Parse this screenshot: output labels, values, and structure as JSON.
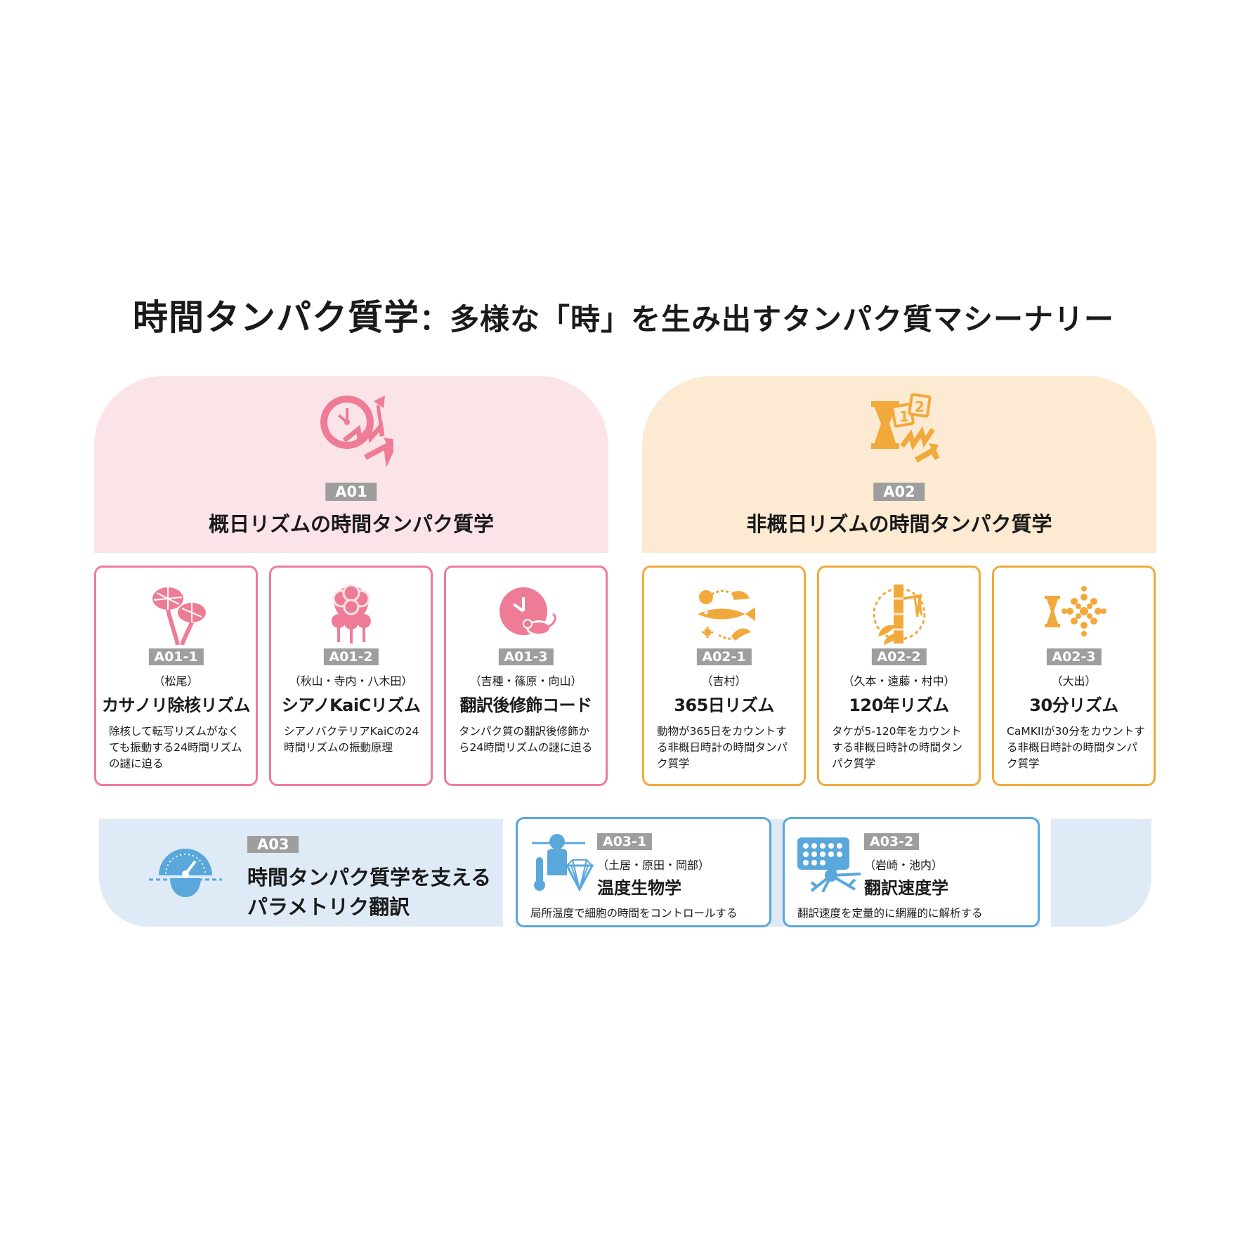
{
  "title": {
    "main": "時間タンパク質学",
    "separator": "：",
    "sub": "多様な「時」を生み出すタンパク質マシーナリー"
  },
  "colors": {
    "pink": "#ee7c97",
    "orange": "#f2a93b",
    "blue": "#5aa7dc",
    "tag_gray": "#9e9e9e"
  },
  "groups": [
    {
      "tag": "A01",
      "title": "概日リズムの時間タンパク質学",
      "icon": "clock-spring-icon",
      "cards": [
        {
          "tag": "A01-1",
          "pi": "（松尾）",
          "name": "カサノリ除核リズム",
          "desc": "除核して転写リズムがなくても振動する24時間リズムの謎に迫る",
          "icon": "acetabularia-icon"
        },
        {
          "tag": "A01-2",
          "pi": "（秋山・寺内・八木田）",
          "name": "シアノKaiCリズム",
          "desc": "シアノバクテリアKaiCの24時間リズムの振動原理",
          "icon": "kaic-protein-icon"
        },
        {
          "tag": "A01-3",
          "pi": "（吉種・篠原・向山）",
          "name": "翻訳後修飾コード",
          "desc": "タンパク質の翻訳後修飾から24時間リズムの謎に迫る",
          "icon": "clock-mouse-icon"
        }
      ]
    },
    {
      "tag": "A02",
      "title": "非概日リズムの時間タンパク質学",
      "icon": "hourglass-calendar-icon",
      "cards": [
        {
          "tag": "A02-1",
          "pi": "（吉村）",
          "name": "365日リズム",
          "desc": "動物が365日をカウントする非概日時計の時間タンパク質学",
          "icon": "seasonal-fish-icon"
        },
        {
          "tag": "A02-2",
          "pi": "（久本・遠藤・村中）",
          "name": "120年リズム",
          "desc": "タケが5-120年をカウントする非概日時計の時間タンパク質学",
          "icon": "bamboo-icon"
        },
        {
          "tag": "A02-3",
          "pi": "（大出）",
          "name": "30分リズム",
          "desc": "CaMKIIが30分をカウントする非概日時計の時間タンパク質学",
          "icon": "camkii-hourglass-icon"
        }
      ]
    }
  ],
  "support": {
    "tag": "A03",
    "title_line1": "時間タンパク質学を支える",
    "title_line2": "パラメトリク翻訳",
    "icon": "gauge-icon",
    "cards": [
      {
        "tag": "A03-1",
        "pi": "（土居・原田・岡部）",
        "name": "温度生物学",
        "desc": "局所温度で細胞の時間をコントロールする",
        "icon": "thermo-diamond-icon"
      },
      {
        "tag": "A03-2",
        "pi": "（岩崎・池内）",
        "name": "翻訳速度学",
        "desc": "翻訳速度を定量的に網羅的に解析する",
        "icon": "plate-neuron-icon"
      }
    ]
  }
}
